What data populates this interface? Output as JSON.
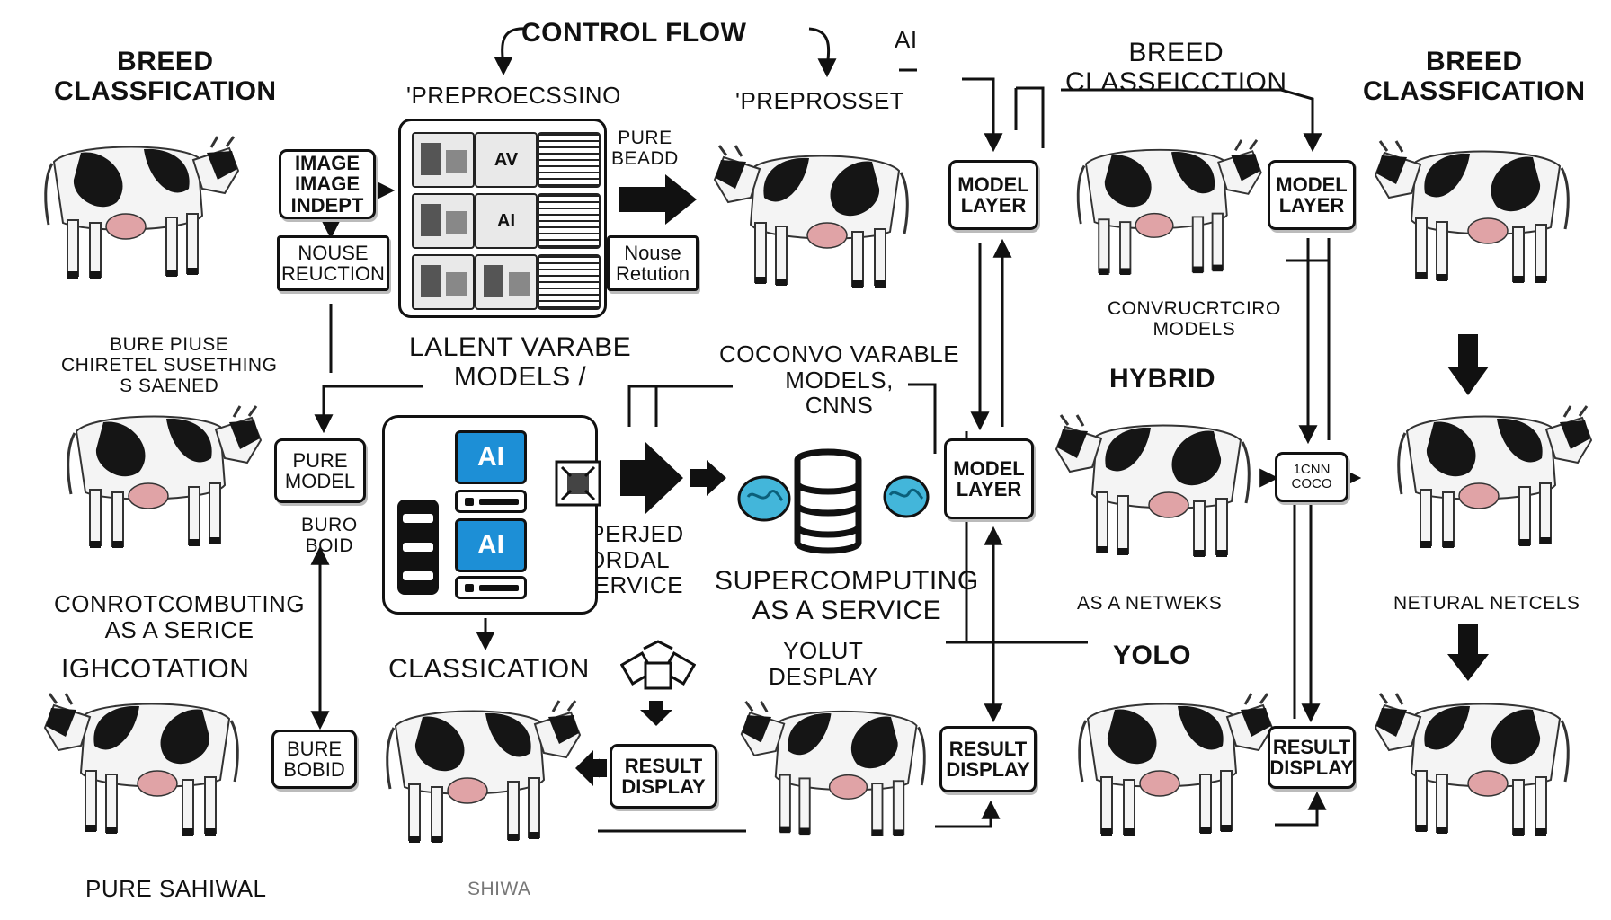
{
  "title": "CONTROL FLOW",
  "top_ai": "AI",
  "headings": {
    "breed_left": "BREED\nCLASSFICATION",
    "preprocessing": "'PREPROECSSINO",
    "preprosset": "'PREPROSSET",
    "breed_mid": "BREED\nCLASSFICCTION",
    "breed_right": "BREED\nCLASSFICATION",
    "latent": "LALENT VARABE\nMODELS /",
    "coconvo": "COCONVO VARABLE\nMODELS,\nCNNS",
    "hybrid": "HYBRID",
    "supercomputing": "SUPERCOMPUTING\nAS A SERVICE",
    "classication": "CLASSICATION",
    "yolo": "YOLO",
    "ightcotation": "IGHCOTATION",
    "you_display": "YOLUT\nDESPLAY"
  },
  "boxes": {
    "image_input": "IMAGE\nIMAGE\nINDEPT",
    "noise_reduction": "NOUSE\nREUCTION",
    "noise_retution": "Nouse\nRetution",
    "model_layer_1": "MODEL\nLAYER",
    "model_layer_2": "MODEL\nLAYER",
    "model_layer_3": "MODEL\nLAYER",
    "pure_model": "PURE\nMODEL",
    "bure_boid": "BURE\nBOBID",
    "result_display_1": "RESULT\nDISPLAY",
    "result_display_2": "RESULT\nDISPLAY",
    "result_display_3": "RESULT\nDISPLAY",
    "small_box": "1CNN\nCOCO"
  },
  "captions": {
    "pure_beadd": "PURE\nBEADD",
    "bure_plise": "BURE PIUSE\nCHIRETEL SUSETHING\nS SAENED",
    "bure_boid_small": "BURO\nBOID",
    "controcomputing": "CONROTCOMBUTING\nAS A SERICE",
    "pure_sahiwal": "PURE SAHIWAL",
    "shiwa": "SHIWA",
    "conortrotcing": "CONVRUCRTCIRO\nMODELS",
    "as_networks": "AS A NETWEKS",
    "netural_netels": "NETURAL NETCELS",
    "supervised": "SUPERJED\nNORDAL\nA SERVICE"
  },
  "thumb_labels": {
    "t1": "AV",
    "t2": "AI"
  },
  "ai_screen": "AI",
  "colors": {
    "ink": "#111111",
    "ai_blue": "#1d8fd6",
    "brain": "#43b6da",
    "udder": "#e0a3a6"
  }
}
